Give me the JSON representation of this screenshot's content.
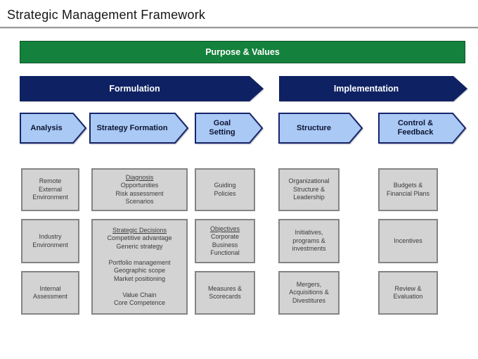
{
  "title": "Strategic Management Framework",
  "banner": {
    "label": "Purpose & Values"
  },
  "phases": [
    {
      "id": "formulation",
      "label": "Formulation"
    },
    {
      "id": "implementation",
      "label": "Implementation"
    }
  ],
  "steps": [
    {
      "id": "analysis",
      "label": "Analysis"
    },
    {
      "id": "strategy-formation",
      "label": "Strategy Formation"
    },
    {
      "id": "goal-setting",
      "label": "Goal Setting"
    },
    {
      "id": "structure",
      "label": "Structure"
    },
    {
      "id": "control-feedback",
      "label": "Control & Feedback"
    }
  ],
  "columns": [
    {
      "id": "analysis",
      "boxes": [
        {
          "lines": [
            {
              "text": "Remote"
            },
            {
              "text": "External"
            },
            {
              "text": "Environment"
            }
          ]
        },
        {
          "lines": [
            {
              "text": "Industry"
            },
            {
              "text": "Environment"
            }
          ]
        },
        {
          "lines": [
            {
              "text": "Internal"
            },
            {
              "text": "Assessment"
            }
          ]
        }
      ]
    },
    {
      "id": "strategy-formation",
      "boxes": [
        {
          "lines": [
            {
              "text": "Diagnosis",
              "underline": true
            },
            {
              "text": "Opportunities"
            },
            {
              "text": "Risk assessment"
            },
            {
              "text": "Scenarios"
            }
          ]
        },
        {
          "lines": [
            {
              "text": "Strategic Decisions",
              "underline": true
            },
            {
              "text": "Competitive advantage"
            },
            {
              "text": "Generic strategy"
            },
            {
              "text": ""
            },
            {
              "text": "Portfolio management"
            },
            {
              "text": "Geographic scope"
            },
            {
              "text": "Market positioning"
            },
            {
              "text": ""
            },
            {
              "text": "Value Chain"
            },
            {
              "text": "Core Competence"
            }
          ]
        }
      ]
    },
    {
      "id": "goal-setting",
      "boxes": [
        {
          "lines": [
            {
              "text": "Guiding"
            },
            {
              "text": "Policies"
            }
          ]
        },
        {
          "lines": [
            {
              "text": "Objectives",
              "underline": true
            },
            {
              "text": "Corporate"
            },
            {
              "text": "Business"
            },
            {
              "text": "Functional"
            }
          ]
        },
        {
          "lines": [
            {
              "text": "Measures &"
            },
            {
              "text": "Scorecards"
            }
          ]
        }
      ]
    },
    {
      "id": "structure",
      "boxes": [
        {
          "lines": [
            {
              "text": "Organizational"
            },
            {
              "text": "Structure &"
            },
            {
              "text": "Leadership"
            }
          ]
        },
        {
          "lines": [
            {
              "text": "Initiatives,"
            },
            {
              "text": "programs &"
            },
            {
              "text": "investments"
            }
          ]
        },
        {
          "lines": [
            {
              "text": "Mergers,"
            },
            {
              "text": "Acquisitions &"
            },
            {
              "text": "Divestitures"
            }
          ]
        }
      ]
    },
    {
      "id": "control-feedback",
      "boxes": [
        {
          "lines": [
            {
              "text": "Budgets &"
            },
            {
              "text": "Financial Plans"
            }
          ]
        },
        {
          "lines": [
            {
              "text": "Incentives"
            }
          ]
        },
        {
          "lines": [
            {
              "text": "Review &"
            },
            {
              "text": "Evaluation"
            }
          ]
        }
      ]
    }
  ],
  "colors": {
    "banner_green": "#14823c",
    "phase_navy": "#0e2163",
    "step_fill": "#aac9f5",
    "step_border": "#16256b",
    "step_text": "#0d1433",
    "box_fill": "#d3d3d3",
    "box_border": "#848484",
    "box_text": "#3b3b3b",
    "rule_gray": "#989898"
  }
}
